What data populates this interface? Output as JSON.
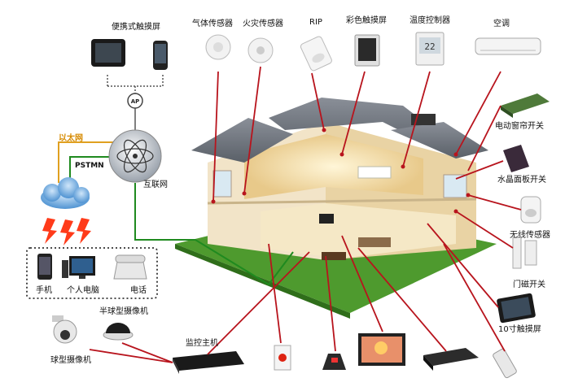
{
  "labels": {
    "portable_touchscreen": "便携式触摸屏",
    "gas_sensor": "气体传感器",
    "fire_sensor": "火灾传感器",
    "rip": "RIP",
    "color_touchscreen": "彩色触摸屏",
    "temp_controller": "温度控制器",
    "air_conditioner": "空调",
    "ap": "AP",
    "ethernet": "以太网",
    "pstmn": "PSTMN",
    "internet": "互联网",
    "mobile_phone": "手机",
    "personal_pc": "个人电脑",
    "telephone": "电话",
    "curtain_switch": "电动窗帘开关",
    "lcd_panel_switch": "水晶面板开关",
    "wireless_sensor": "无线传感器",
    "door_sensor": "门磁开关",
    "touchscreen_10": "10寸触摸屏",
    "dome_camera": "半球型摄像机",
    "ball_camera": "球型摄像机",
    "monitor_host": "监控主机"
  },
  "colors": {
    "line_red": "#b8141d",
    "line_green": "#1f8a1f",
    "line_orange": "#e0a020",
    "line_dotted": "#555555",
    "sky": "#6aaee0"
  },
  "thermostat_reading": "22"
}
